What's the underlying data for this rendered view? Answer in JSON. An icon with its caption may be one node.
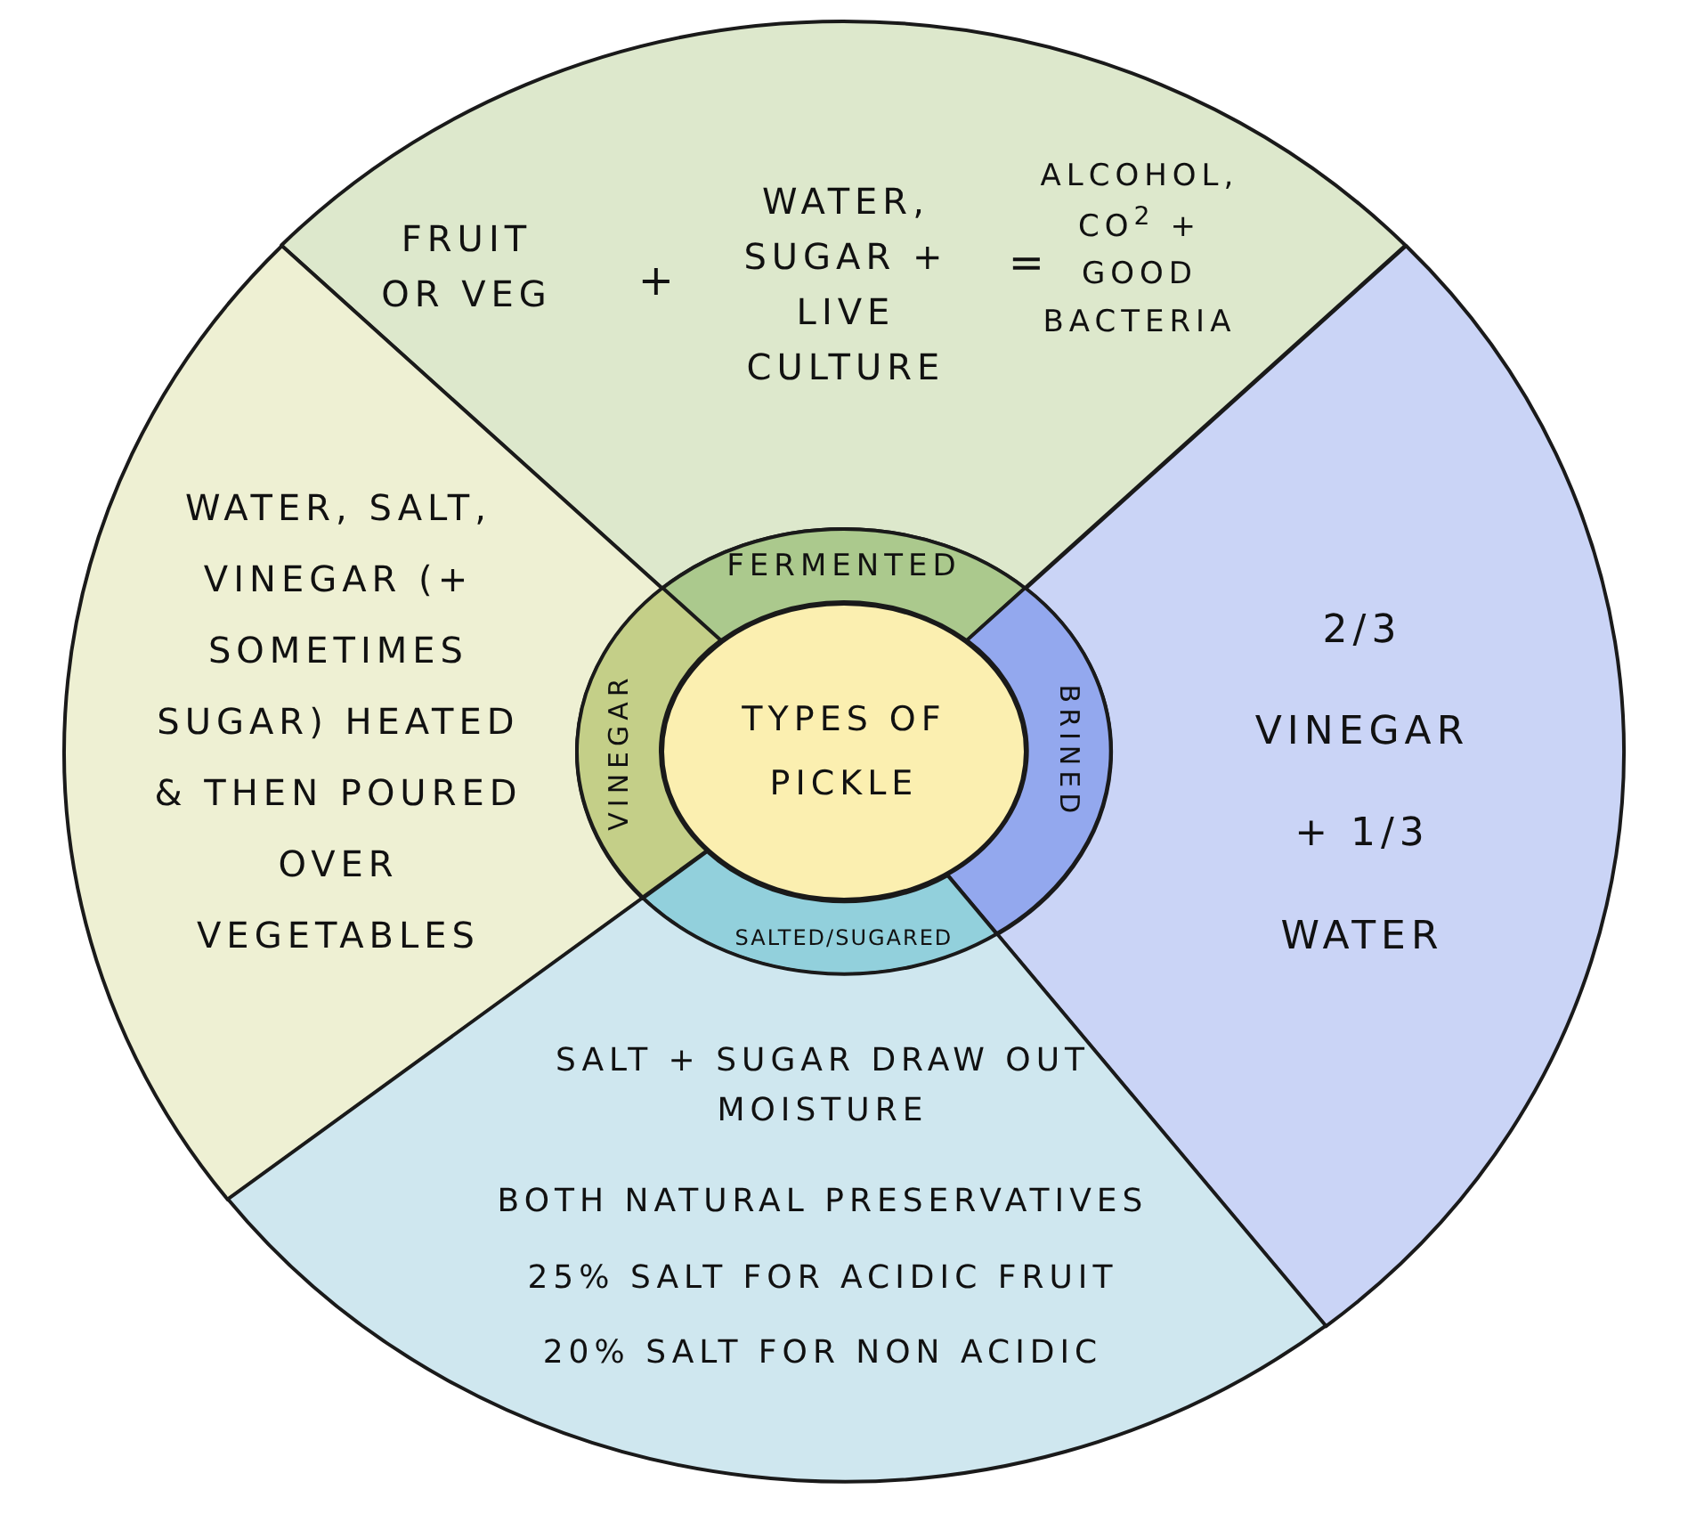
{
  "diagram": {
    "nodes": [
      {
        "text": [
          "FRUIT OR VEG",
          "+",
          "WATER, SUGAR + LIVE CULTURE",
          "=",
          "ALCOHOL, CO$^{2}$ + GOOD BACTERIA"
        ]
      },
      {
        "text": [
          "WATER, SALT, VINEGAR (+ SOMETIMES SUGAR) HEATED & THEN POURED OVER VEGETABLES"
        ]
      },
      {
        "text": [
          "2/3 VINEGAR + 1/3 WATER"
        ]
      },
      {
        "text": [
          "FERMENTED"
        ]
      },
      {
        "text": [
          "VINEGAR"
        ]
      },
      {
        "text": [
          "TYPES OF PICKLE"
        ]
      },
      {
        "text": [
          "BRINED"
        ]
      },
      {
        "text": [
          "SALTED/SUGARED"
        ]
      },
      {
        "text": [
          "SALT + SUGAR DRAW OUT MOISTURE",
          "BOTH NATURAL PRESERVATIVES",
          "25% SALT FOR ACIDIC FRUIT",
          "20% SALT FOR NON ACIDIC"
        ]
      }
    ]
  }
}
